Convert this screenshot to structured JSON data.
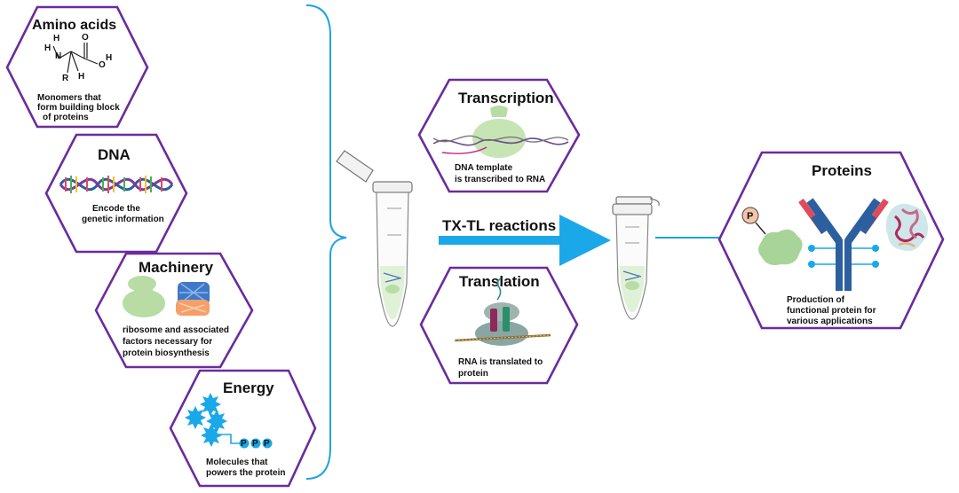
{
  "colors": {
    "hex_border": "#6a2c9c",
    "connector": "#1ea3e0",
    "arrow": "#1aa8e8",
    "ribosome": "#b8dca4",
    "energy": "#1aa8e8",
    "antibody_blue": "#2c5fa0",
    "antibody_red": "#e04a5a",
    "phosphate": "#f6c5a8"
  },
  "inputs": {
    "amino_acids": {
      "title": "Amino acids",
      "desc": [
        "Monomers that",
        "form building block",
        "of proteins"
      ],
      "atoms": [
        "H",
        "H",
        "N",
        "O",
        "O",
        "H",
        "R",
        "H"
      ]
    },
    "dna": {
      "title": "DNA",
      "desc": [
        "Encode the",
        "genetic information"
      ]
    },
    "machinery": {
      "title": "Machinery",
      "desc": [
        "ribosome and associated",
        "factors necessary for",
        "protein biosynthesis"
      ]
    },
    "energy": {
      "title": "Energy",
      "desc": [
        "Molecules that",
        "powers the protein"
      ],
      "phosphate_labels": [
        "P",
        "P",
        "P"
      ]
    }
  },
  "process": {
    "transcription": {
      "title": "Transcription",
      "desc": [
        "DNA template",
        "is transcribed to RNA"
      ]
    },
    "translation": {
      "title": "Translation",
      "desc": [
        "RNA is translated to",
        "protein"
      ]
    },
    "arrow_label": "TX-TL reactions"
  },
  "output": {
    "proteins": {
      "title": "Proteins",
      "desc": [
        "Production of",
        "functional protein for",
        "various applications"
      ],
      "phospho_label": "P"
    }
  }
}
